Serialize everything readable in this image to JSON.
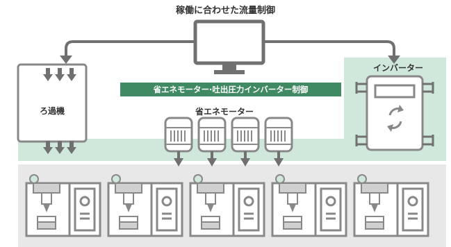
{
  "title": "稼働に合わせた流量制御",
  "filter_label": "ろ過機",
  "inverter_label": "インバーター",
  "banner_label": "省エネモーター·吐出圧力インバーター制御",
  "motor_label": "省エネモーター",
  "colors": {
    "green_zone": "#cfe8db",
    "banner": "#3f8a63",
    "machine_area": "#e8e8e8",
    "outline": "#888888",
    "dark": "#707070"
  },
  "icons": {
    "controller": "monitor-icon",
    "filter": "filter-unit-icon",
    "motor": "motor-icon",
    "inverter": "inverter-icon",
    "machine": "machine-tool-icon"
  }
}
